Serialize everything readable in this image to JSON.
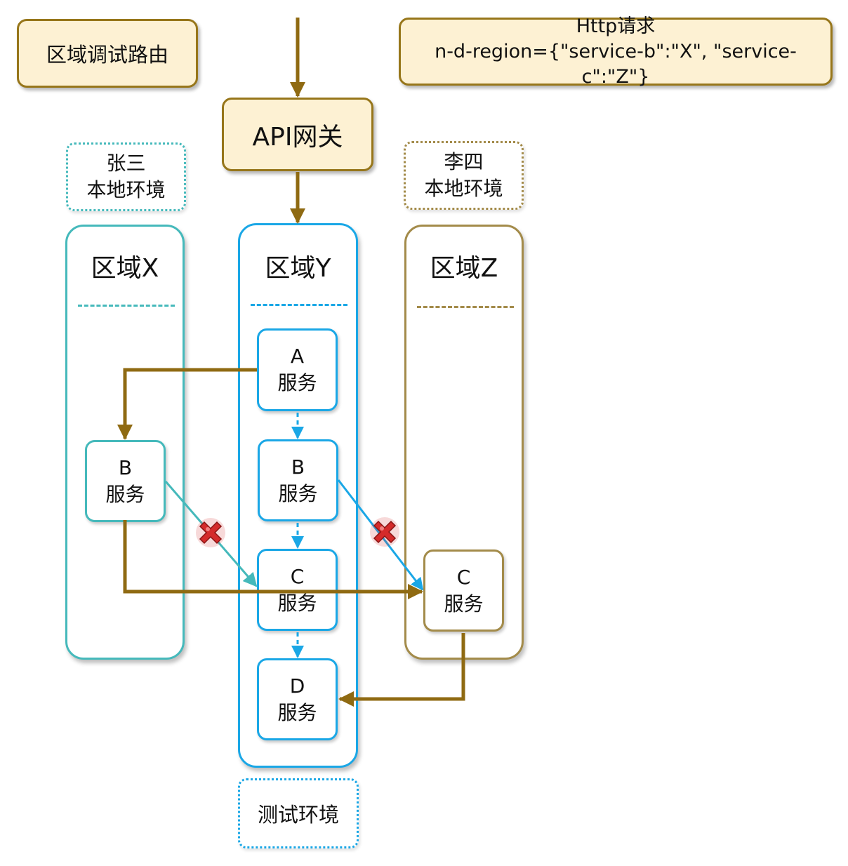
{
  "diagram": {
    "title_box": "区域调试路由",
    "http_request": {
      "line1": "Http请求",
      "line2": "n-d-region={\"service-b\":\"X\", \"service-c\":\"Z\"}"
    },
    "gateway": "API网关",
    "environments": {
      "zhangsan": {
        "line1": "张三",
        "line2": "本地环境"
      },
      "lisi": {
        "line1": "李四",
        "line2": "本地环境"
      },
      "test": "测试环境"
    },
    "regions": {
      "x": {
        "title": "区域X"
      },
      "y": {
        "title": "区域Y"
      },
      "z": {
        "title": "区域Z"
      }
    },
    "services": {
      "y_a": {
        "name": "A",
        "label": "服务"
      },
      "y_b": {
        "name": "B",
        "label": "服务"
      },
      "y_c": {
        "name": "C",
        "label": "服务"
      },
      "y_d": {
        "name": "D",
        "label": "服务"
      },
      "x_b": {
        "name": "B",
        "label": "服务"
      },
      "z_c": {
        "name": "C",
        "label": "服务"
      }
    },
    "colors": {
      "route": "#8f6a12",
      "region_x": "#45b9bb",
      "region_y": "#1aa7e6",
      "region_z": "#a38b4a",
      "blocked": "#d42a2a",
      "box_fill": "#fdf1d3"
    }
  }
}
